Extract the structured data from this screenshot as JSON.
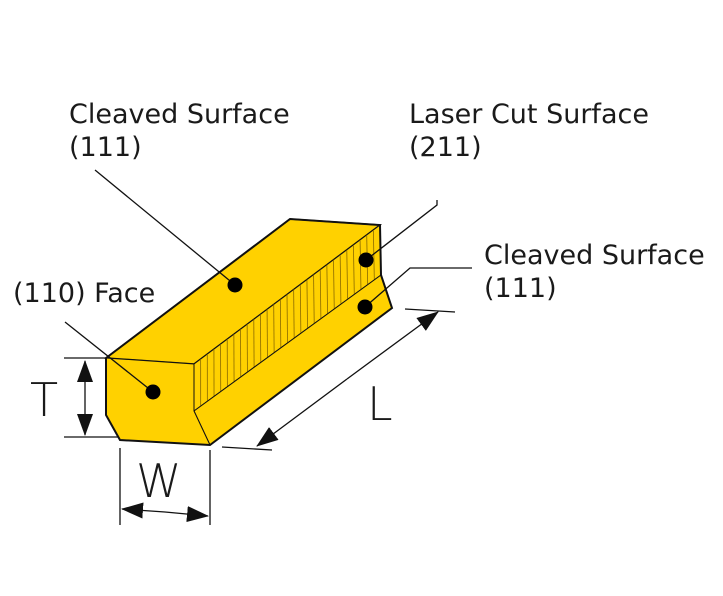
{
  "labels": {
    "cleaved_top": {
      "line1": "Cleaved Surface",
      "line2": "(111)"
    },
    "laser_cut": {
      "line1": "Laser Cut Surface",
      "line2": "(211)"
    },
    "cleaved_side": {
      "line1": "Cleaved Surface",
      "line2": "(111)"
    },
    "face_110": "(110) Face"
  },
  "dimensions": {
    "thickness": "T",
    "width": "W",
    "length": "L"
  },
  "colors": {
    "block_fill": "#FFD100",
    "outline": "#111111",
    "hatch": "#8a6a00"
  }
}
